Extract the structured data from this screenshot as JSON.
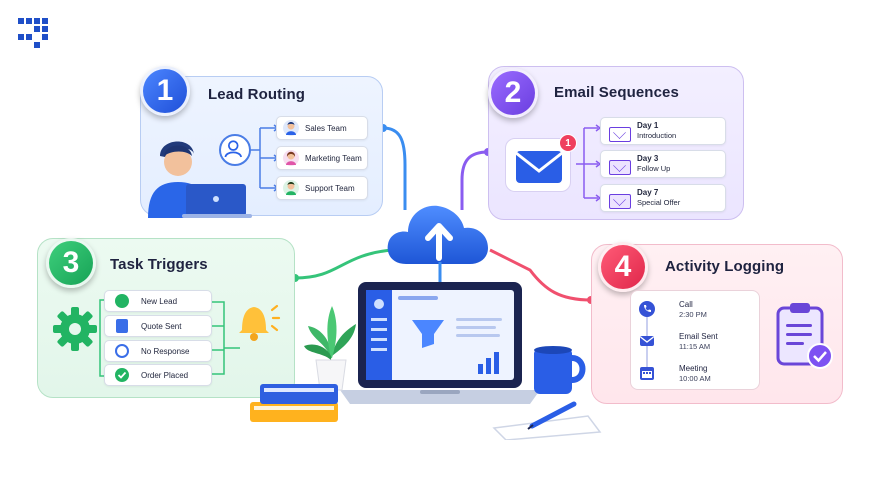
{
  "cards": {
    "lead_routing": {
      "number": "1",
      "title": "Lead Routing",
      "teams": [
        "Sales Team",
        "Marketing Team",
        "Support Team"
      ]
    },
    "email_sequences": {
      "number": "2",
      "title": "Email Sequences",
      "notification_count": "1",
      "steps": [
        {
          "day": "Day 1",
          "label": "Introduction"
        },
        {
          "day": "Day 3",
          "label": "Follow Up"
        },
        {
          "day": "Day 7",
          "label": "Special Offer"
        }
      ]
    },
    "task_triggers": {
      "number": "3",
      "title": "Task Triggers",
      "triggers": [
        "New Lead",
        "Quote Sent",
        "No Response",
        "Order Placed"
      ]
    },
    "activity_logging": {
      "number": "4",
      "title": "Activity Logging",
      "activities": [
        {
          "type": "Call",
          "time": "2:30 PM"
        },
        {
          "type": "Email Sent",
          "time": "11:15 AM"
        },
        {
          "type": "Meeting",
          "time": "10:00 AM"
        }
      ]
    }
  },
  "colors": {
    "blue": "#2a62e8",
    "purple": "#7b4ef0",
    "green": "#22b463",
    "pink": "#ee3f60",
    "navy": "#1f2340"
  }
}
